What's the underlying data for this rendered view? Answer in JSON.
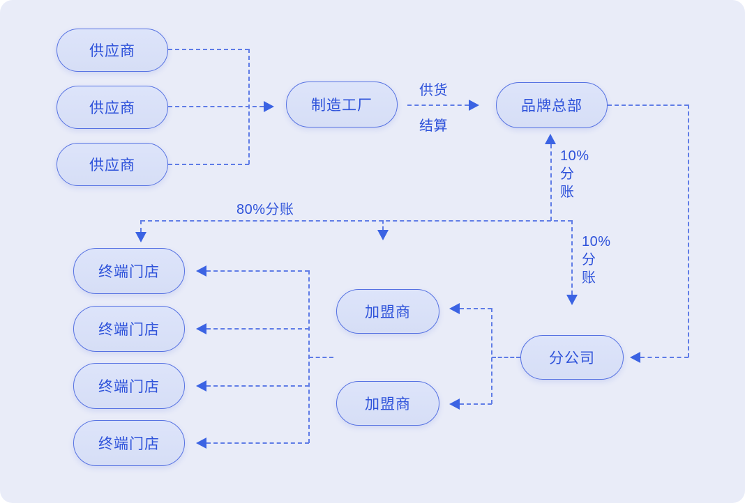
{
  "diagram": {
    "nodes": [
      {
        "id": "supplier-1",
        "label": "供应商"
      },
      {
        "id": "supplier-2",
        "label": "供应商"
      },
      {
        "id": "supplier-3",
        "label": "供应商"
      },
      {
        "id": "factory",
        "label": "制造工厂"
      },
      {
        "id": "headquarters",
        "label": "品牌总部"
      },
      {
        "id": "store-1",
        "label": "终端门店"
      },
      {
        "id": "store-2",
        "label": "终端门店"
      },
      {
        "id": "store-3",
        "label": "终端门店"
      },
      {
        "id": "store-4",
        "label": "终端门店"
      },
      {
        "id": "franchisee-1",
        "label": "加盟商"
      },
      {
        "id": "franchisee-2",
        "label": "加盟商"
      },
      {
        "id": "branch-company",
        "label": "分公司"
      }
    ],
    "edge_labels": {
      "supply": "供货",
      "settlement": "结算",
      "split_80": "80%分账",
      "split_10_to_headquarters": "10%\n分\n账",
      "split_10_to_branch": "10%\n分\n账"
    },
    "colors": {
      "page_background": "#ffffff",
      "panel_background": "#e9ecf8",
      "node_fill": "#d6def6",
      "node_border": "#5571e2",
      "text": "#2e52da",
      "connector": "#5f7ce6",
      "arrowhead": "#3b63e3"
    }
  }
}
